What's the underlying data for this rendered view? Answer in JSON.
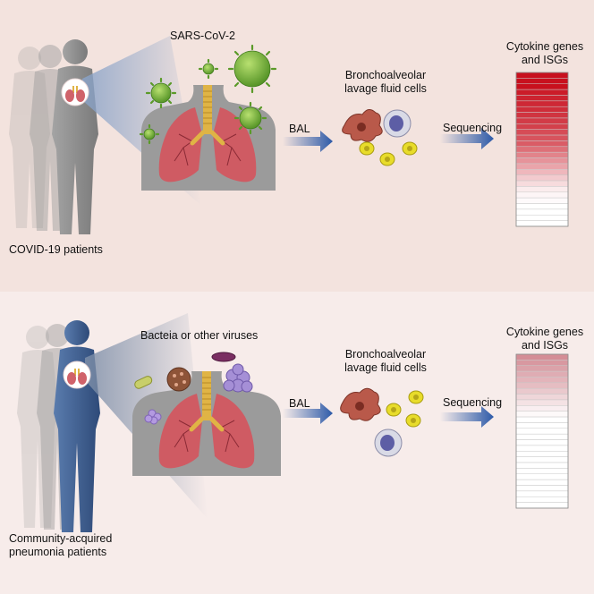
{
  "top_panel": {
    "virus_label": "SARS-CoV-2",
    "cells_label_1": "Bronchoalveolar",
    "cells_label_2": "lavage fluid cells",
    "bal_label": "BAL",
    "sequencing_label": "Sequencing",
    "heatmap_title_1": "Cytokine genes",
    "heatmap_title_2": "and ISGs",
    "patients_label": "COVID-19 patients",
    "heatmap_levels": [
      1,
      1,
      1,
      0.95,
      0.92,
      0.9,
      0.88,
      0.85,
      0.82,
      0.8,
      0.75,
      0.72,
      0.68,
      0.6,
      0.52,
      0.45,
      0.38,
      0.3,
      0.22,
      0.15,
      0.08,
      0.04,
      0.02,
      0,
      0,
      0,
      0
    ],
    "heatmap_color": "#c8101e"
  },
  "bottom_panel": {
    "microbe_label": "Bacteia or other viruses",
    "cells_label_1": "Bronchoalveolar",
    "cells_label_2": "lavage fluid cells",
    "bal_label": "BAL",
    "sequencing_label": "Sequencing",
    "heatmap_title_1": "Cytokine genes",
    "heatmap_title_2": "and ISGs",
    "patients_label_1": "Community-acquired",
    "patients_label_2": "pneumonia patients",
    "heatmap_levels": [
      0.55,
      0.5,
      0.45,
      0.4,
      0.36,
      0.32,
      0.26,
      0.2,
      0.14,
      0.08,
      0.03,
      0,
      0,
      0,
      0,
      0,
      0,
      0,
      0,
      0,
      0,
      0,
      0,
      0,
      0,
      0,
      0
    ],
    "heatmap_color": "#b03040"
  },
  "colors": {
    "top_background": "#f3e3de",
    "bottom_background": "#f7ecea",
    "arrow": "#2d5aa8",
    "lung": "#d0626a",
    "trachea": "#e0b445",
    "virus": "#7ec43a",
    "human_blue": "#3f5f8f",
    "human_gray": "#8d8d8d"
  }
}
